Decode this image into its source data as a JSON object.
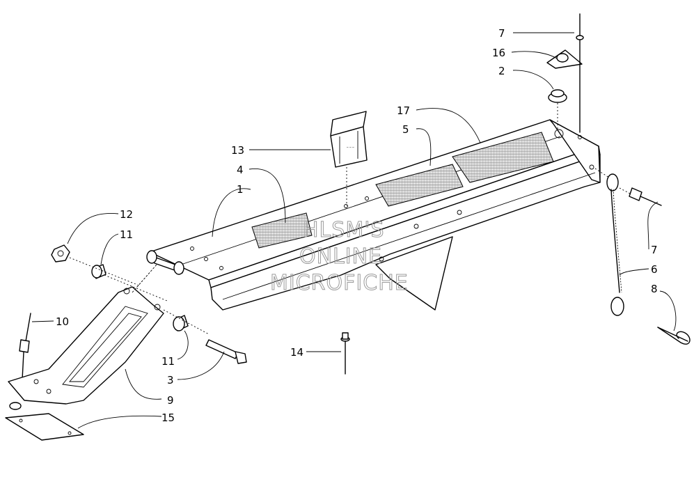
{
  "watermark": {
    "line1": "HLSM'S",
    "line2": "ONLINE",
    "line3": "MICROFICHE"
  },
  "callouts": [
    {
      "id": "c7a",
      "label": "7"
    },
    {
      "id": "c16",
      "label": "16"
    },
    {
      "id": "c2",
      "label": "2"
    },
    {
      "id": "c17",
      "label": "17"
    },
    {
      "id": "c5",
      "label": "5"
    },
    {
      "id": "c13",
      "label": "13"
    },
    {
      "id": "c4",
      "label": "4"
    },
    {
      "id": "c1",
      "label": "1"
    },
    {
      "id": "c12",
      "label": "12"
    },
    {
      "id": "c11a",
      "label": "11"
    },
    {
      "id": "c10",
      "label": "10"
    },
    {
      "id": "c11b",
      "label": "11"
    },
    {
      "id": "c3",
      "label": "3"
    },
    {
      "id": "c9",
      "label": "9"
    },
    {
      "id": "c15",
      "label": "15"
    },
    {
      "id": "c14",
      "label": "14"
    },
    {
      "id": "c7b",
      "label": "7"
    },
    {
      "id": "c6",
      "label": "6"
    },
    {
      "id": "c8",
      "label": "8"
    }
  ]
}
